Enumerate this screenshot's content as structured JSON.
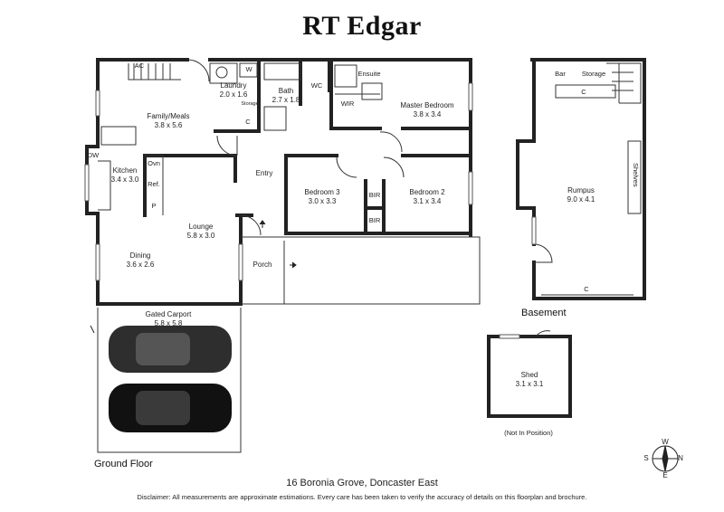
{
  "brand": "RT Edgar",
  "rooms": {
    "family_meals": {
      "name": "Family/Meals",
      "dims": "3.8 x 5.6"
    },
    "kitchen": {
      "name": "Kitchen",
      "dims": "3.4 x 3.0"
    },
    "laundry": {
      "name": "Laundry",
      "dims": "2.0 x 1.6"
    },
    "bath": {
      "name": "Bath",
      "dims": "2.7 x 1.8"
    },
    "master_bedroom": {
      "name": "Master Bedroom",
      "dims": "3.8 x 3.4"
    },
    "bedroom3": {
      "name": "Bedroom 3",
      "dims": "3.0 x 3.3"
    },
    "bedroom2": {
      "name": "Bedroom 2",
      "dims": "3.1 x 3.4"
    },
    "lounge": {
      "name": "Lounge",
      "dims": "5.8 x 3.0"
    },
    "dining": {
      "name": "Dining",
      "dims": "3.6 x 2.6"
    },
    "carport": {
      "name": "Gated Carport",
      "dims": "5.8 x 5.8"
    },
    "rumpus": {
      "name": "Rumpus",
      "dims": "9.0 x 4.1"
    },
    "shed": {
      "name": "Shed",
      "dims": "3.1 x 3.1"
    }
  },
  "fixtures": {
    "ac": "AC",
    "w": "W",
    "storage_laundry": "Storage",
    "c_laundry": "C",
    "wc": "WC",
    "ensuite": "Ensuite",
    "wir": "WIR",
    "dw": "DW",
    "ovn": "Ovn",
    "ref": "Ref.",
    "p": "P",
    "entry": "Entry",
    "bir1": "BIR",
    "bir2": "BIR",
    "porch": "Porch",
    "bar": "Bar",
    "storage_basement": "Storage",
    "c_basement_top": "C",
    "c_basement_bottom": "C",
    "shelves": "Shelves",
    "not_in_position": "(Not In Position)"
  },
  "sections": {
    "ground_floor": "Ground Floor",
    "basement": "Basement"
  },
  "compass": {
    "n": "N",
    "s": "S",
    "e": "E",
    "w": "W"
  },
  "address": "16 Boronia Grove, Doncaster East",
  "disclaimer": "Disclaimer: All measurements are approximate estimations. Every care has been taken to verify the accuracy of details on this floorplan and brochure."
}
